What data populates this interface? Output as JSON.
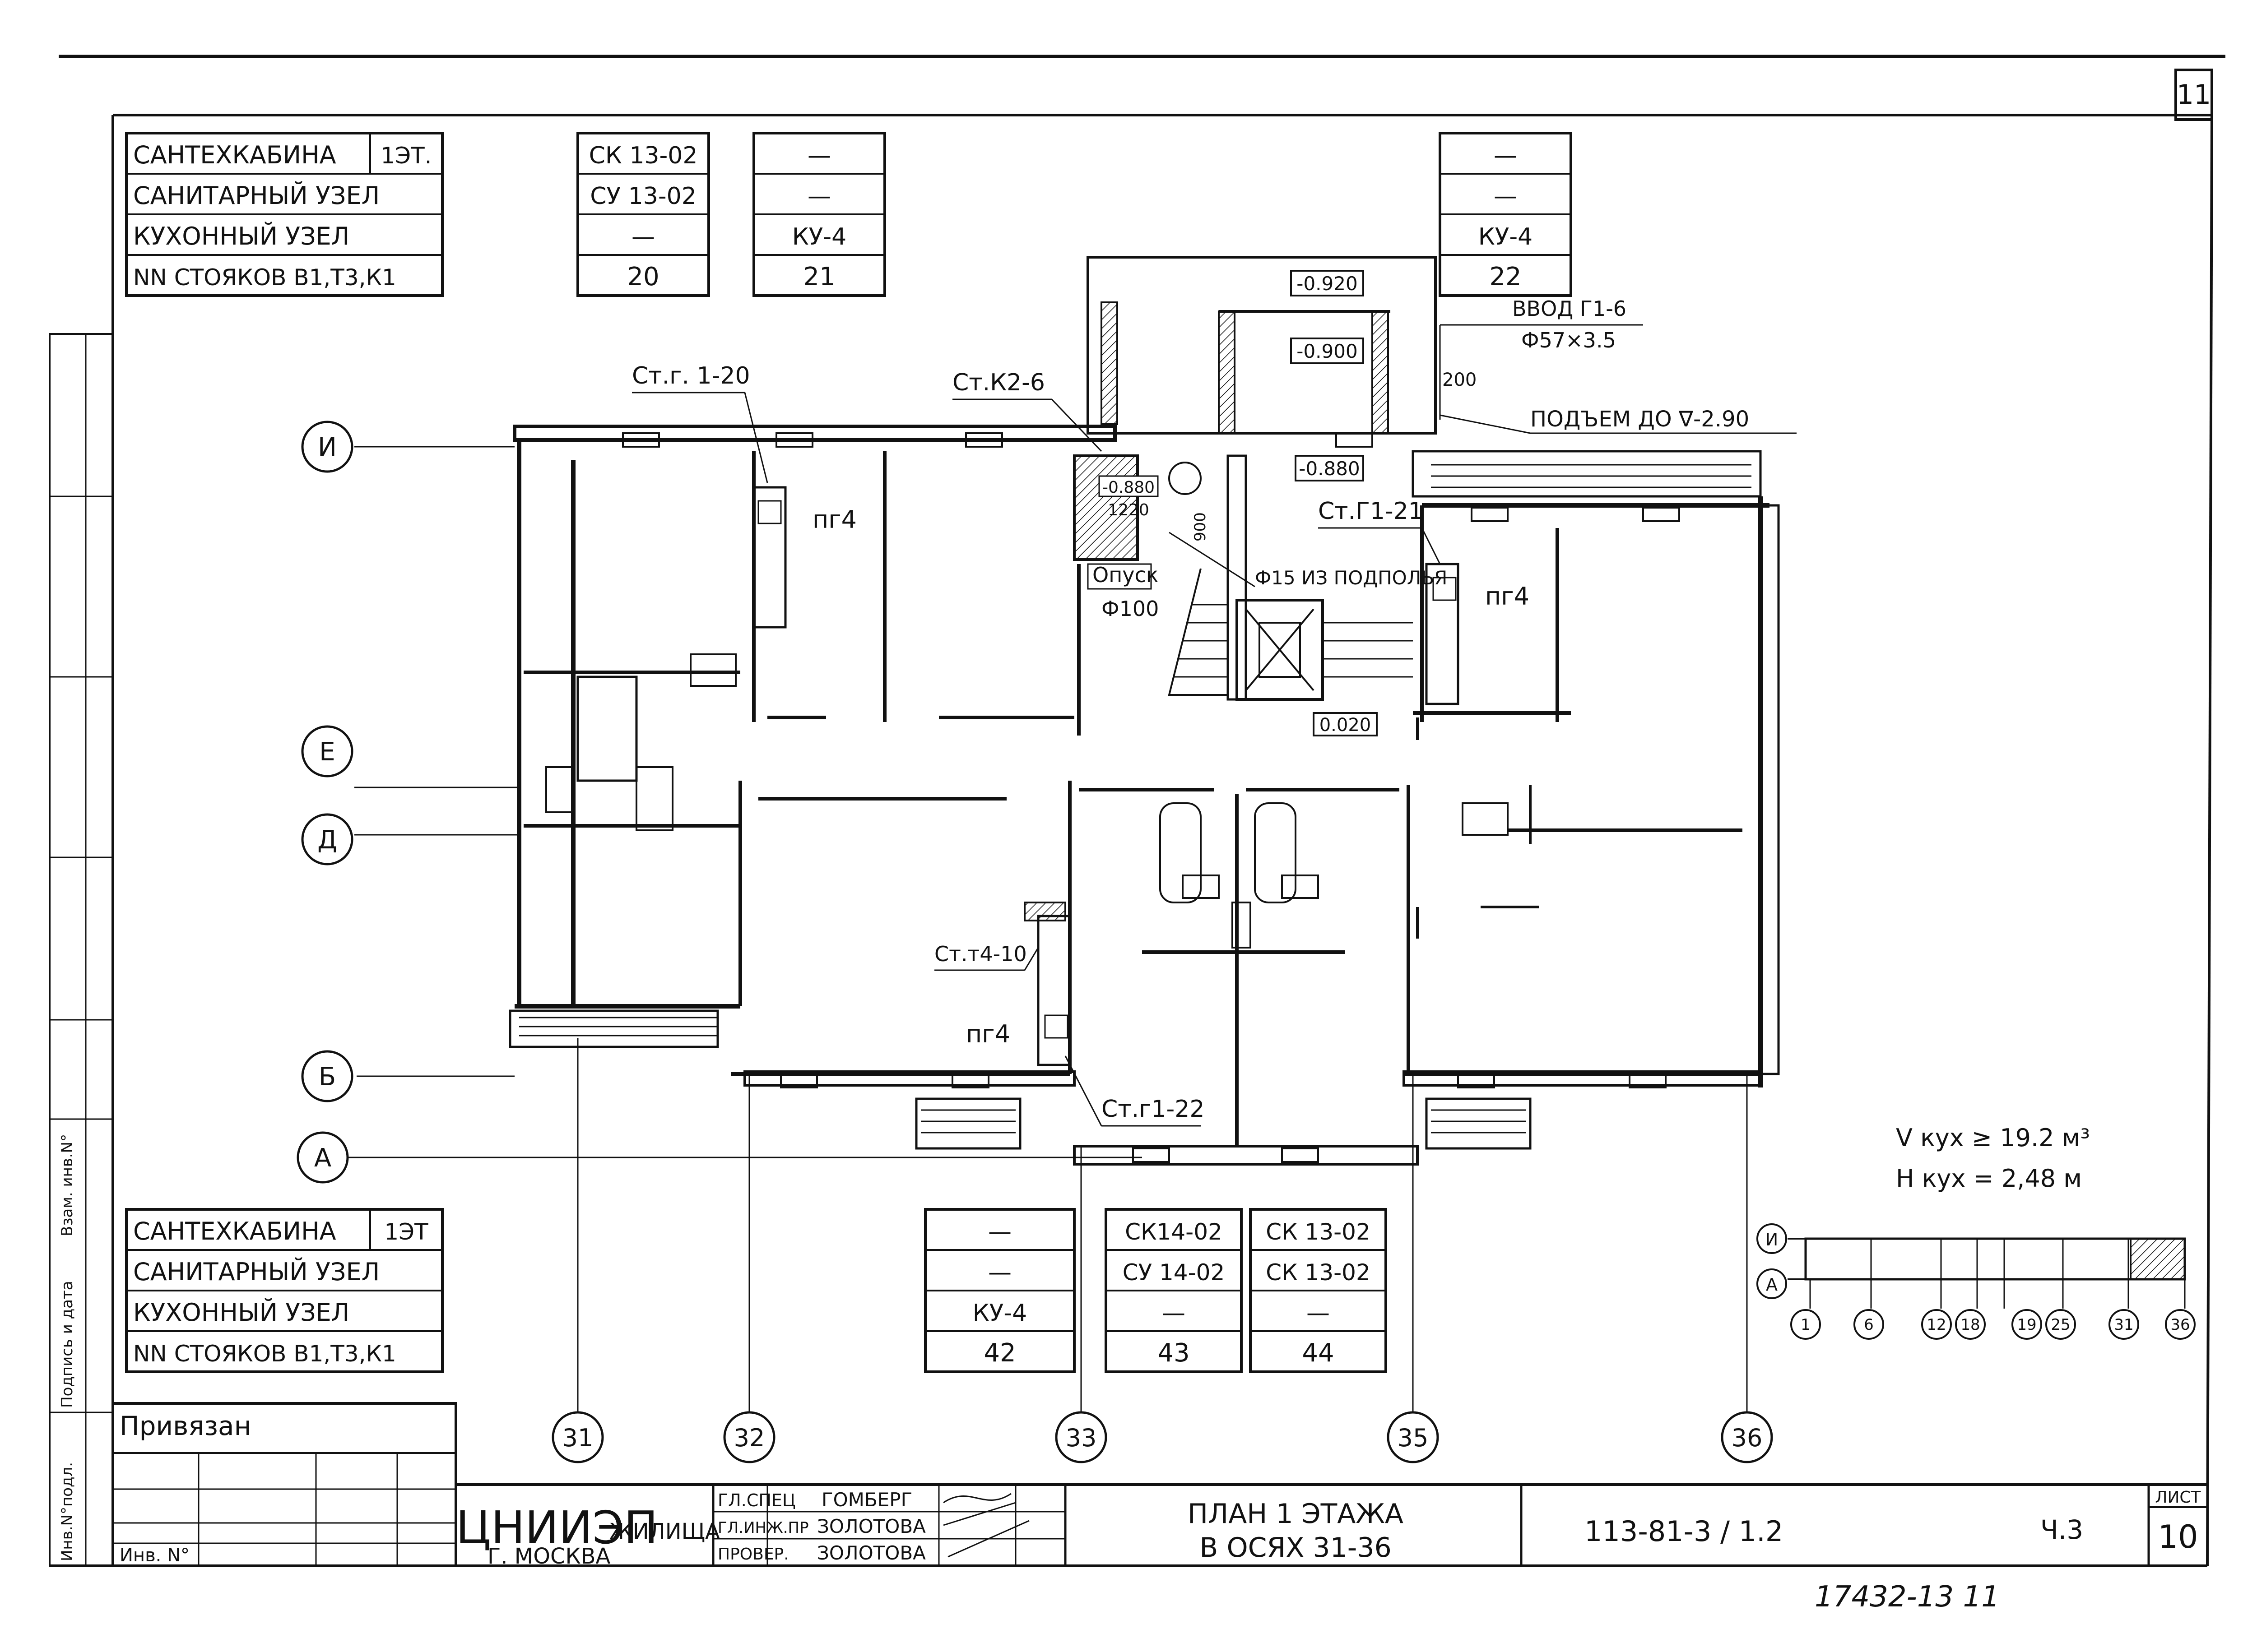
{
  "sheet_number": "11",
  "top_left_table": {
    "rows": [
      "САНТЕХКАБИНА",
      "САНИТАРНЫЙ УЗЕЛ",
      "КУХОННЫЙ УЗЕЛ",
      "NN СТОЯКОВ В1,Т3,К1"
    ],
    "floor": "1ЭТ."
  },
  "top_columns": [
    {
      "cells": [
        "СК 13-02",
        "СУ 13-02",
        "—",
        "20"
      ]
    },
    {
      "cells": [
        "—",
        "—",
        "КУ-4",
        "21"
      ]
    },
    {
      "cells": [
        "—",
        "—",
        "КУ-4",
        "22"
      ]
    }
  ],
  "bottom_left_table": {
    "rows": [
      "САНТЕХКАБИНА",
      "САНИТАРНЫЙ УЗЕЛ",
      "КУХОННЫЙ УЗЕЛ",
      "NN СТОЯКОВ В1,Т3,К1"
    ],
    "floor": "1ЭТ"
  },
  "bottom_columns": [
    {
      "cells": [
        "—",
        "—",
        "КУ-4",
        "42"
      ]
    },
    {
      "cells": [
        "СК14-02",
        "СУ 14-02",
        "—",
        "43"
      ]
    },
    {
      "cells": [
        "СК 13-02",
        "СК 13-02",
        "—",
        "44"
      ]
    }
  ],
  "axes_letters": [
    "И",
    "Е",
    "Д",
    "Б",
    "А"
  ],
  "axes_numbers": [
    "31",
    "32",
    "33",
    "35",
    "36"
  ],
  "annotations": {
    "stg_1_20": "Ст.г. 1-20",
    "stk_2_6": "Ст.К2-6",
    "vvod": "ВВОД Г1-6",
    "vvod_dim": "Ф57×3.5",
    "dim_200": "200",
    "podjem": "ПОДЪЕМ ДО ∇-2.90",
    "lvl_0920": "-0.920",
    "lvl_0900": "-0.900",
    "lvl_0880a": "-0.880",
    "lvl_0880b": "-0.880",
    "dim_1220": "1220",
    "dim_900": "900",
    "opusk": "Опуск",
    "opusk_dim": "Ф100",
    "f15": "Ф15 ИЗ ПОДПОЛЬЯ",
    "stg1_21": "Ст.Г1-21",
    "pg4_a": "пг4",
    "pg4_b": "пг4",
    "pg4_c": "пг4",
    "lvl_0020": "0.020",
    "st_t4_10": "Ст.т4-10",
    "st_g1_22": "Ст.г1-22",
    "v_kuh": "V кух ≥ 19.2 м³",
    "h_kuh": "Н кух = 2,48 м"
  },
  "key_plan": {
    "axes": [
      "И",
      "А"
    ],
    "numbers": [
      "1",
      "6",
      "12",
      "18",
      "19",
      "25",
      "31",
      "36"
    ]
  },
  "side_stamp": {
    "inv_podl": "Инв.N°подл.",
    "podpis": "Подпись и дата",
    "vzam": "Взам. инв.N°"
  },
  "title_block": {
    "privyazan": "Привязан",
    "inv_no": "Инв. N°",
    "org": "ЦНИИЭП",
    "org_sub": "ЖИЛИЩА",
    "city": "Г. МОСКВА",
    "roles": [
      "ГЛ.СПЕЦ",
      "ГЛ.ИНЖ.ПР",
      "ПРОВЕР."
    ],
    "names": [
      "ГОМБЕРГ",
      "ЗОЛОТОВА",
      "ЗОЛОТОВА"
    ],
    "title_line1": "ПЛАН 1 ЭТАЖА",
    "title_line2": "В ОСЯХ 31-36",
    "code": "113-81-3 / 1.2",
    "part": "Ч.3",
    "sheet_label": "ЛИСТ",
    "sheet_no": "10"
  },
  "bottom_number": "17432-13 11"
}
